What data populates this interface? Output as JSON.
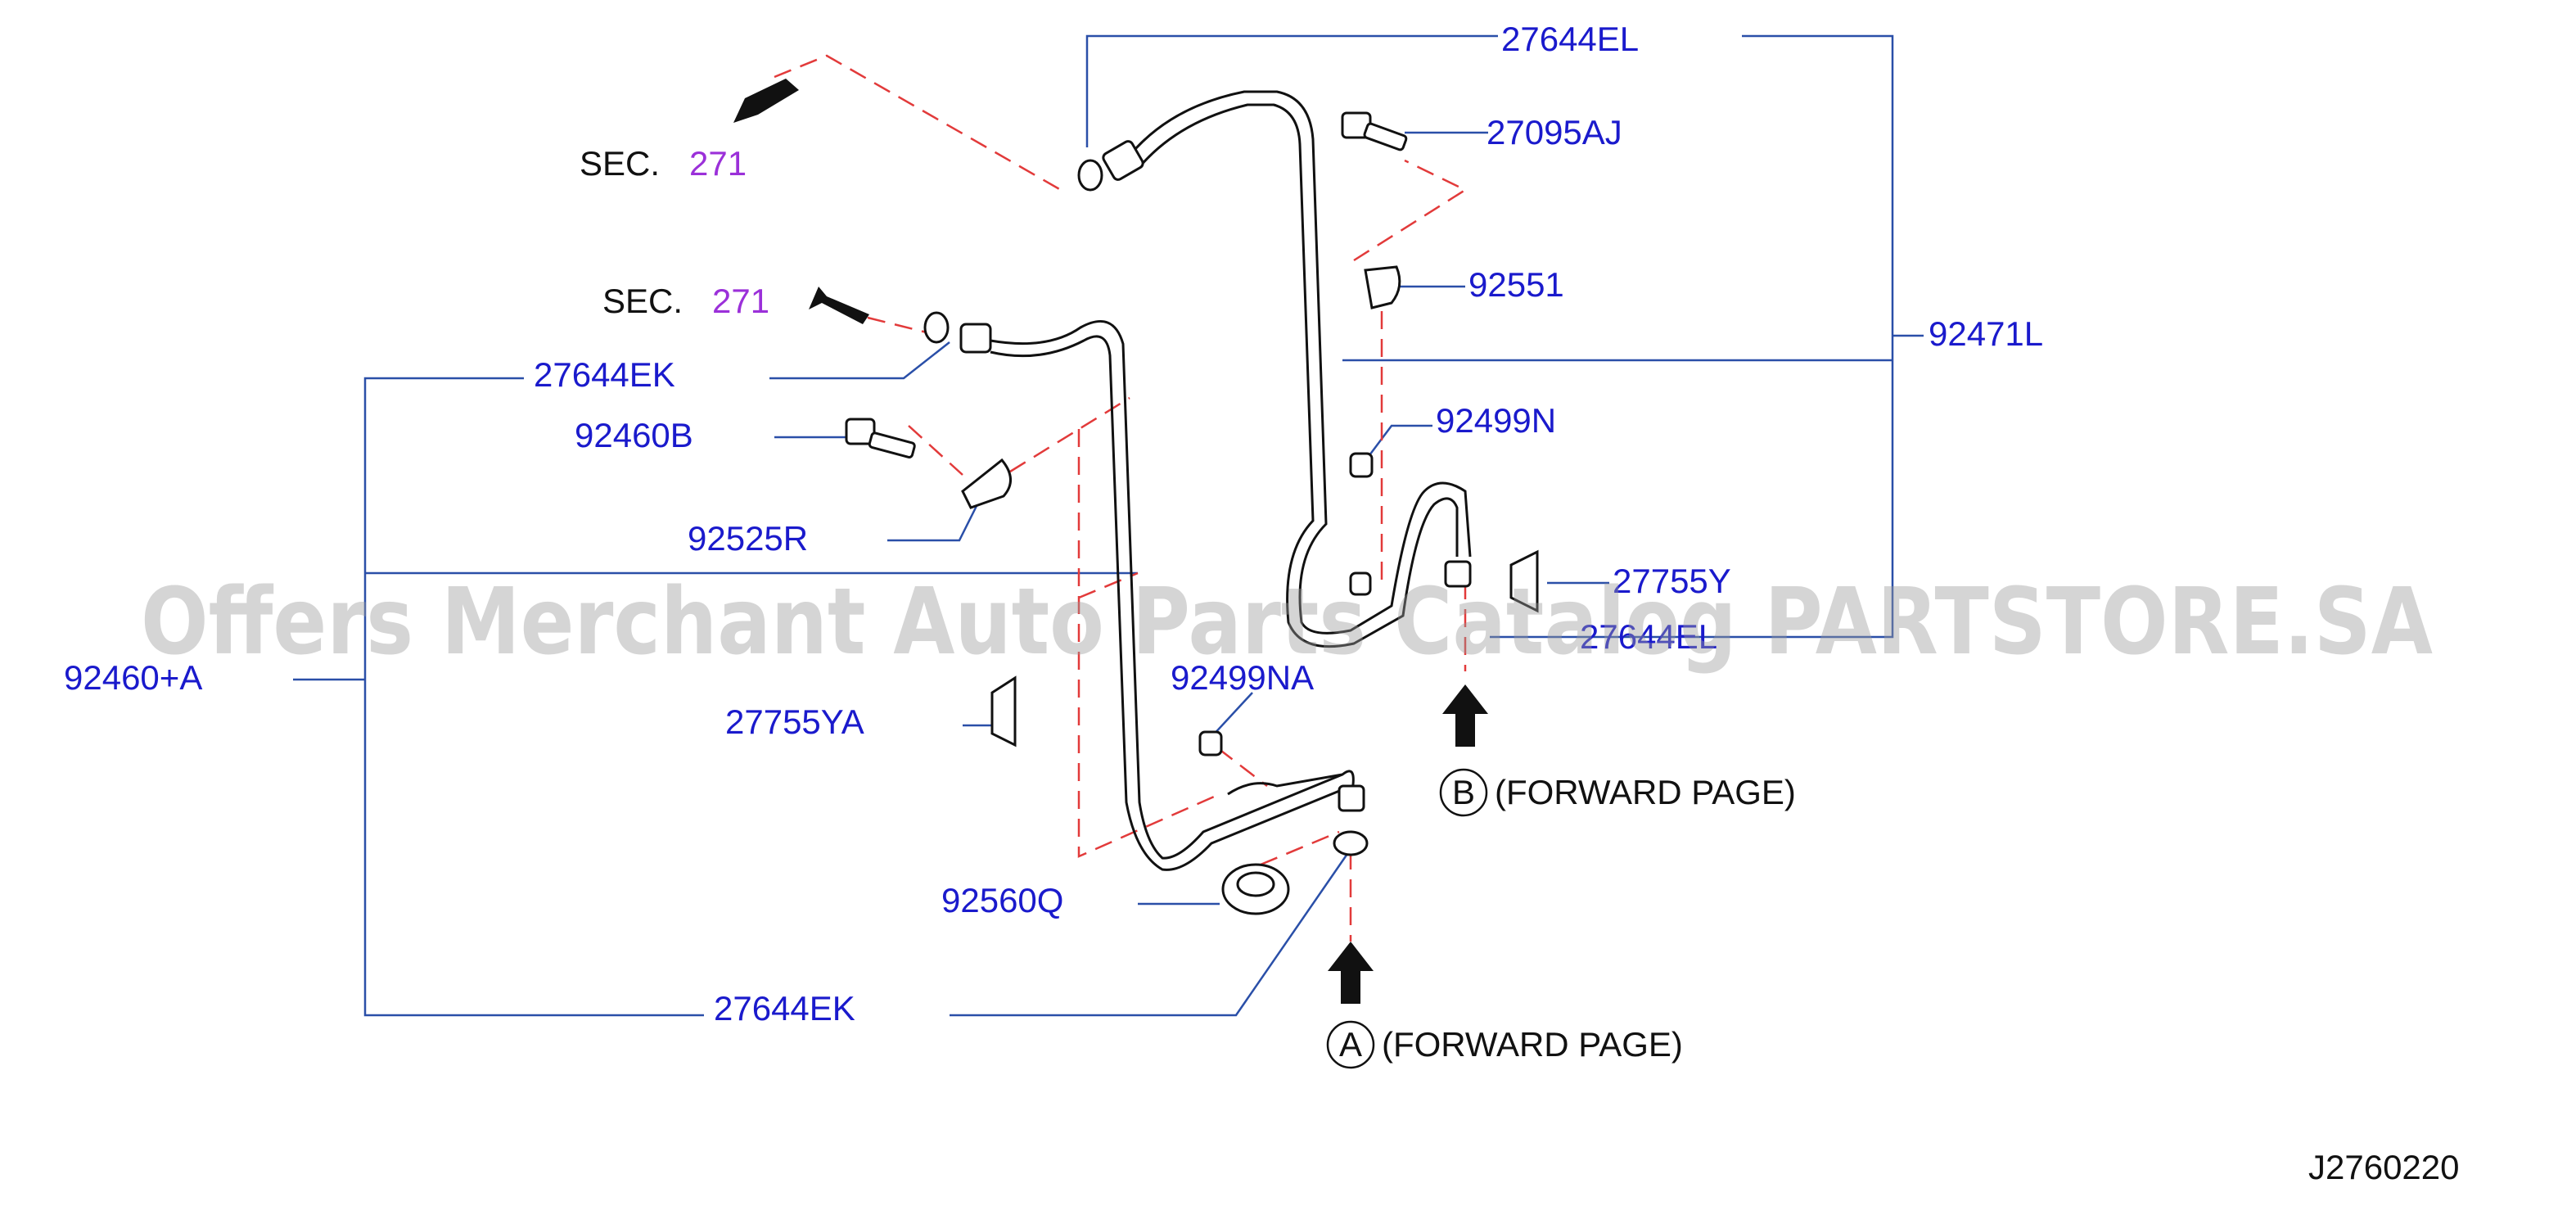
{
  "labels": {
    "p27644EL_top": "27644EL",
    "p27095AJ": "27095AJ",
    "p92551": "92551",
    "p92471L": "92471L",
    "p92499N": "92499N",
    "p27755Y": "27755Y",
    "p27644EL_mid": "27644EL",
    "p27644EK_top": "27644EK",
    "p92460B": "92460B",
    "p92525R": "92525R",
    "p92460A": "92460+A",
    "p27755YA": "27755YA",
    "p92499NA": "92499NA",
    "p92560Q": "92560Q",
    "p27644EK_bottom": "27644EK"
  },
  "sections": {
    "sec1_prefix": "SEC.",
    "sec1_number": "271",
    "sec2_prefix": "SEC.",
    "sec2_number": "271"
  },
  "references": {
    "ref_b_letter": "B",
    "ref_b_text": "(FORWARD  PAGE)",
    "ref_a_letter": "A",
    "ref_a_text": "(FORWARD  PAGE)"
  },
  "diagram_code": "J2760220",
  "watermark": "Offers Merchant Auto Parts Catalog PARTSTORE.SA",
  "colors": {
    "part_label": "#1a1acc",
    "section_number": "#9b30d9",
    "leader_line": "#2a4fa8",
    "dashed_line": "#e23a3a"
  }
}
